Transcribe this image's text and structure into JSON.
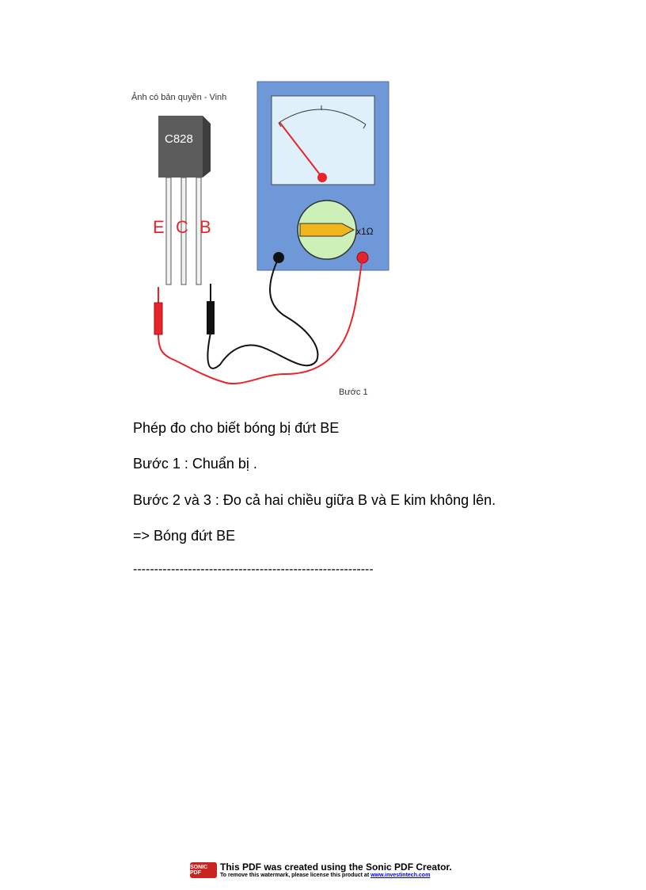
{
  "figure": {
    "copyright": "Ảnh có bản quyền - Vinh",
    "transistor_label": "C828",
    "pin_labels": [
      "E",
      "C",
      "B"
    ],
    "range_label": "x1Ω",
    "step_caption": "Bước 1",
    "colors": {
      "meter_body": "#6f98d8",
      "meter_face": "#dff0fb",
      "needle": "#e8242a",
      "selector_disc": "#ccf0b8",
      "selector_pointer": "#f0b61c",
      "probe_red": "#e8242a",
      "probe_black": "#111111",
      "transistor_body": "#5a5a5a"
    }
  },
  "text": {
    "line1": "Phép đo cho biết bóng bị đứt BE",
    "line2": "Bước 1 : Chuẩn bị .",
    "line3": "Bước 2 và 3 : Đo cả hai chiều giữa B và E kim không lên.",
    "line4": "=> Bóng đứt BE",
    "separator": "---------------------------------------------------------"
  },
  "watermark": {
    "logo_text": "SONIC PDF",
    "line1_prefix": "This PDF was created using the ",
    "line1_brand": "Sonic PDF Creator.",
    "line2_prefix": "To remove this watermark, please license this product at ",
    "line2_link": "www.investintech.com"
  }
}
